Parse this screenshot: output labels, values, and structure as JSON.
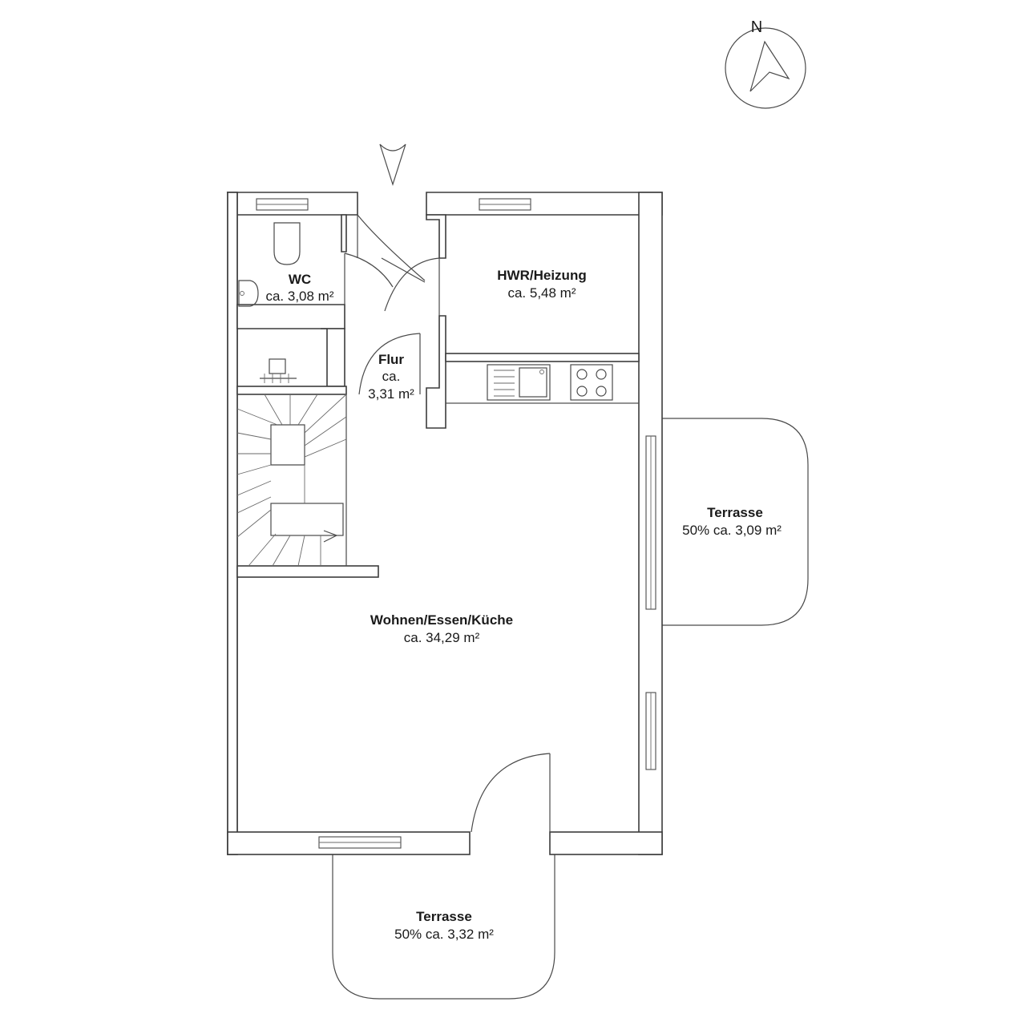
{
  "compass": {
    "label": "N"
  },
  "rooms": [
    {
      "id": "wc",
      "name": "WC",
      "area": "ca. 3,08 m²"
    },
    {
      "id": "hwr",
      "name": "HWR/Heizung",
      "area": "ca. 5,48 m²"
    },
    {
      "id": "flur",
      "name": "Flur",
      "area_line1": "ca.",
      "area_line2": "3,31 m²"
    },
    {
      "id": "wohnen",
      "name": "Wohnen/Essen/Küche",
      "area": "ca. 34,29 m²"
    },
    {
      "id": "terrasse_east",
      "name": "Terrasse",
      "area": "50% ca. 3,09 m²"
    },
    {
      "id": "terrasse_south",
      "name": "Terrasse",
      "area": "50% ca. 3,32 m²"
    }
  ]
}
